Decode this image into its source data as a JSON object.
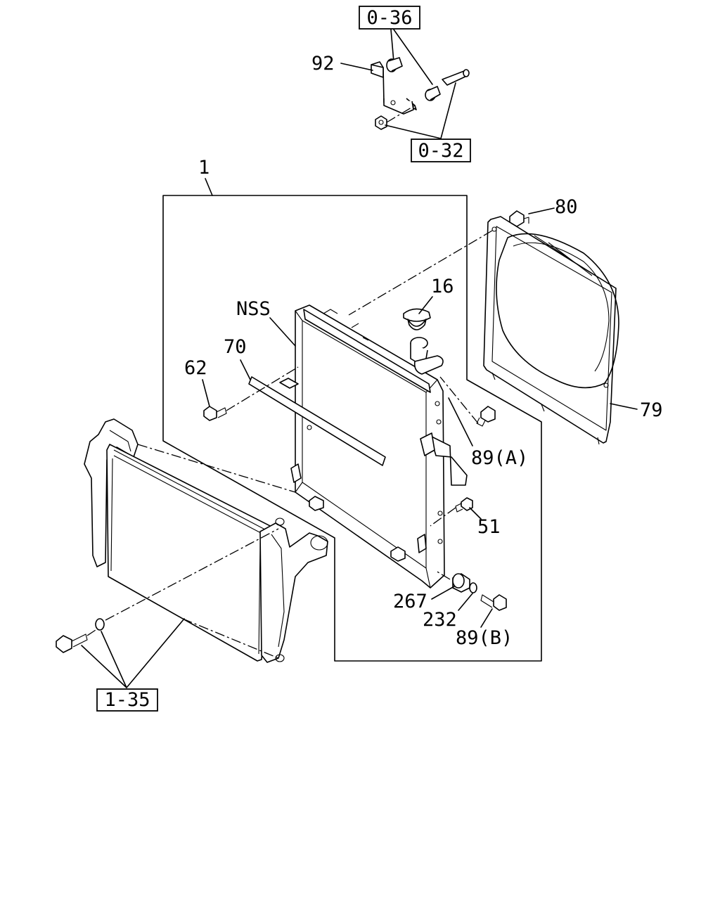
{
  "callouts": {
    "ref_036": "0-36",
    "ref_032": "0-32",
    "ref_135": "1-35",
    "p92": "92",
    "p1": "1",
    "p80": "80",
    "p16": "16",
    "pNSS": "NSS",
    "p70": "70",
    "p62": "62",
    "p79": "79",
    "p89A": "89(A)",
    "p51": "51",
    "p267": "267",
    "p232": "232",
    "p89B": "89(B)"
  }
}
